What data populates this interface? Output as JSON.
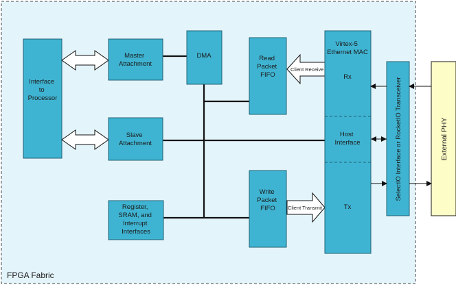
{
  "fabric": {
    "label": "FPGA Fabric"
  },
  "blocks": {
    "interface_processor": [
      "Interface",
      "to",
      "Processor"
    ],
    "master_attachment": [
      "Master",
      "Attachment"
    ],
    "dma": [
      "DMA"
    ],
    "read_fifo": [
      "Read",
      "Packet",
      "FIFO"
    ],
    "slave_attachment": [
      "Slave",
      "Attachment"
    ],
    "write_fifo": [
      "Write",
      "Packet",
      "FIFO"
    ],
    "register_block": [
      "Register,",
      "SRAM, and",
      "Interrupt",
      "Interfaces"
    ],
    "mac_title": [
      "Virtex-5",
      "Ethernet MAC"
    ],
    "mac_rx": [
      "Rx"
    ],
    "mac_host": [
      "Host",
      "Interface"
    ],
    "mac_tx": [
      "Tx"
    ],
    "selectio": "SelectIO Interface or RocketIO Transceiver",
    "external_phy": "External PHY"
  },
  "arrows": {
    "client_receive": "Client Receive",
    "client_transmit": "Client Transmit"
  },
  "colors": {
    "fabric_fill": "#e4f4fb",
    "block_fill": "#3fb4d2",
    "block_stroke": "#1f5f73",
    "phy_fill": "#fdfdc7",
    "line": "#111111"
  }
}
